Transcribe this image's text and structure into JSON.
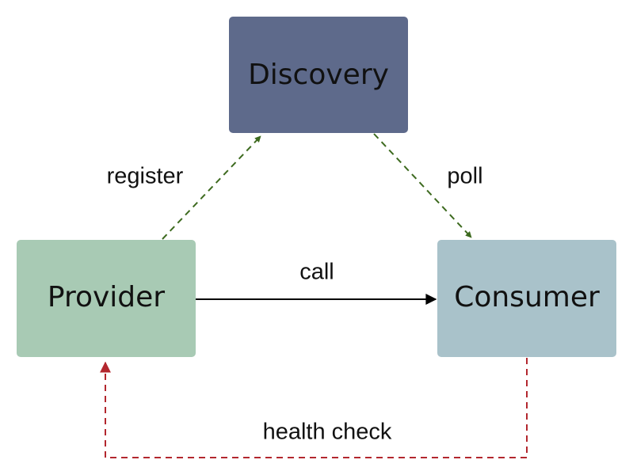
{
  "nodes": {
    "discovery": {
      "label": "Discovery",
      "color": "#5e6a8b"
    },
    "provider": {
      "label": "Provider",
      "color": "#a8cab4"
    },
    "consumer": {
      "label": "Consumer",
      "color": "#a9c2ca"
    }
  },
  "edges": {
    "register": {
      "label": "register",
      "color": "#3d6a1f"
    },
    "poll": {
      "label": "poll",
      "color": "#3d6a1f"
    },
    "call": {
      "label": "call",
      "color": "#000000"
    },
    "health_check": {
      "label": "health check",
      "color": "#b3272e"
    }
  }
}
